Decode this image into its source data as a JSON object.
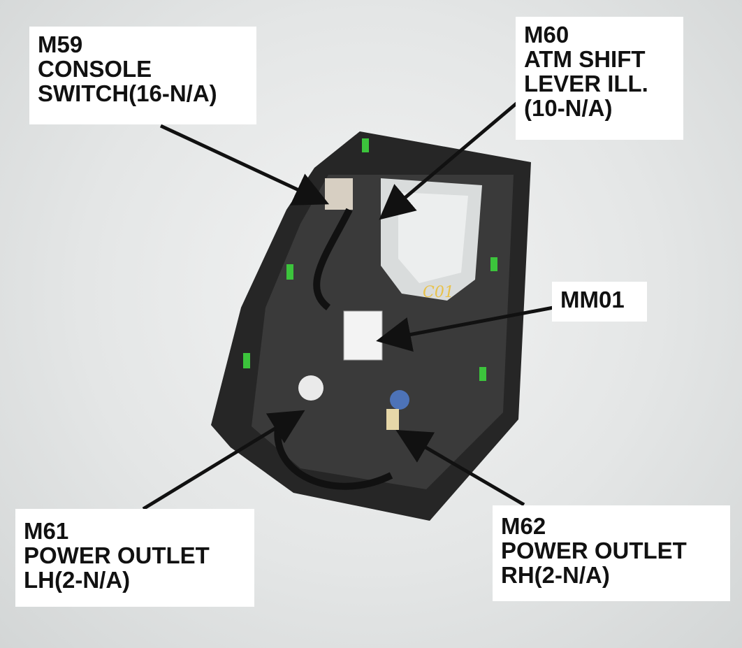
{
  "labels": {
    "m59": {
      "code": "M59",
      "line1": "CONSOLE",
      "line2": "SWITCH(16-N/A)"
    },
    "m60": {
      "code": "M60",
      "line1": "ATM SHIFT",
      "line2": "LEVER ILL.",
      "line3": "(10-N/A)"
    },
    "mm01": {
      "code": "MM01"
    },
    "m61": {
      "code": "M61",
      "line1": "POWER OUTLET",
      "line2": "LH(2-N/A)"
    },
    "m62": {
      "code": "M62",
      "line1": "POWER OUTLET",
      "line2": "RH(2-N/A)"
    }
  },
  "colors": {
    "console": "#262626",
    "connector_green": "#3cc43c",
    "arrow": "#111111"
  }
}
